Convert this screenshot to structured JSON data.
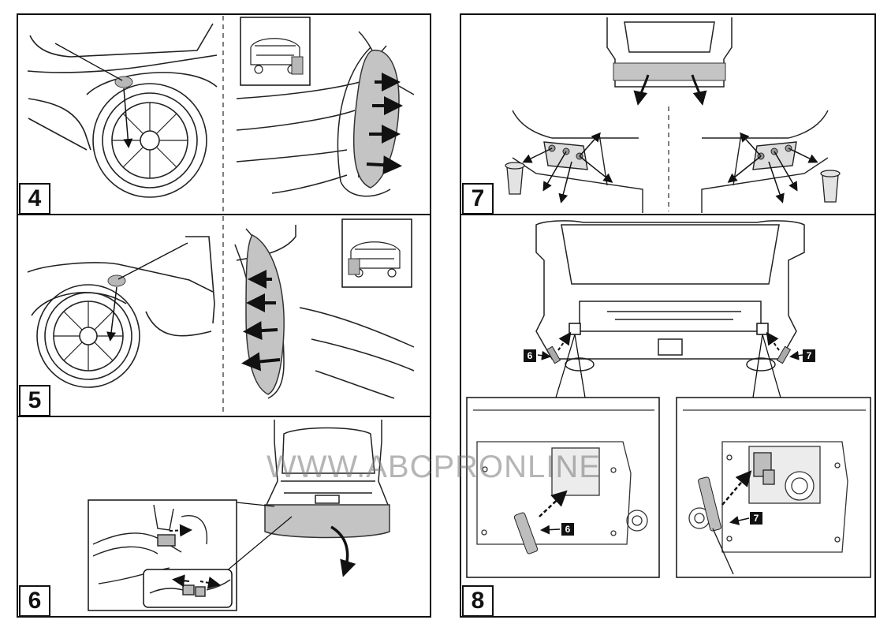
{
  "steps": {
    "s4": {
      "number": "4"
    },
    "s5": {
      "number": "5"
    },
    "s6": {
      "number": "6"
    },
    "s7": {
      "number": "7"
    },
    "s8": {
      "number": "8"
    }
  },
  "callouts": {
    "step8_left": "6",
    "step8_right": "7",
    "detail_left": "6",
    "detail_right": "7"
  },
  "watermark": "WWW.ABCPRONLINE",
  "colors": {
    "line": "#111111",
    "highlight": "#b8b8b8",
    "shade": "#d9d9d9"
  }
}
